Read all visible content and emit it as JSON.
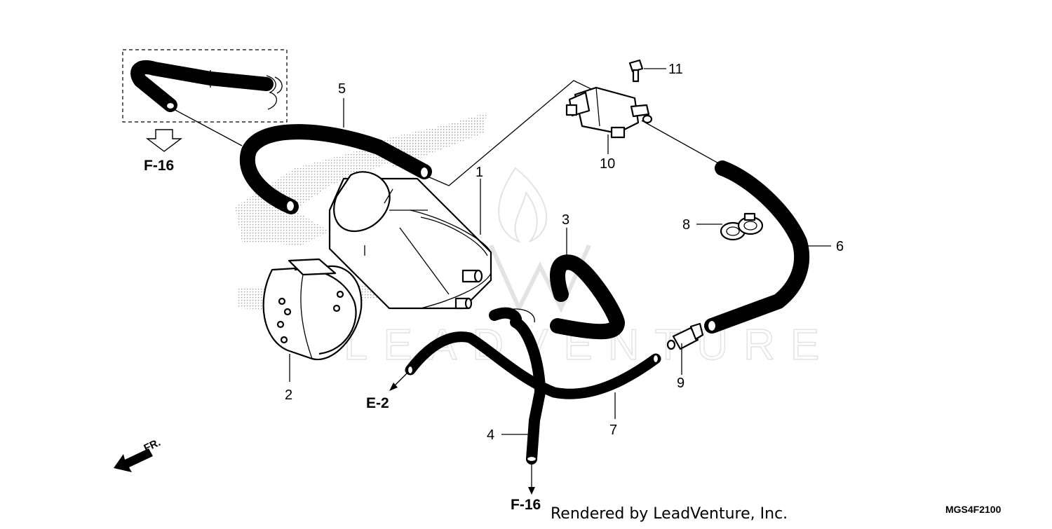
{
  "diagram": {
    "callouts": [
      {
        "id": "1",
        "label": "1"
      },
      {
        "id": "2",
        "label": "2"
      },
      {
        "id": "3",
        "label": "3"
      },
      {
        "id": "4",
        "label": "4"
      },
      {
        "id": "5",
        "label": "5"
      },
      {
        "id": "6",
        "label": "6"
      },
      {
        "id": "7",
        "label": "7"
      },
      {
        "id": "8",
        "label": "8"
      },
      {
        "id": "9",
        "label": "9"
      },
      {
        "id": "10",
        "label": "10"
      },
      {
        "id": "11",
        "label": "11"
      }
    ],
    "references": {
      "f16_top": "F-16",
      "f16_bottom": "F-16",
      "e2": "E-2",
      "front": "FR."
    },
    "diagram_code": "MGS4F2100",
    "credit": "Rendered by LeadVenture, Inc.",
    "watermark": "LEADVENTURE"
  }
}
